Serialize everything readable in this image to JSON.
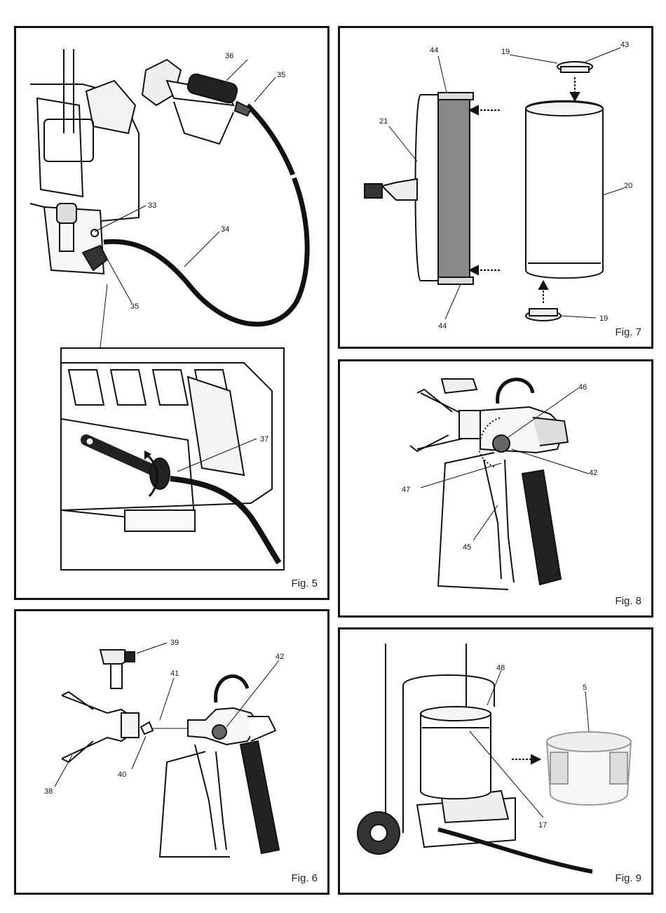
{
  "figures": {
    "fig5": {
      "label": "Fig. 5",
      "parts": {
        "p33": "33",
        "p34": "34",
        "p35a": "35",
        "p35b": "35",
        "p36": "36",
        "p37": "37"
      }
    },
    "fig6": {
      "label": "Fig. 6",
      "parts": {
        "p38": "38",
        "p39": "39",
        "p40": "40",
        "p41": "41",
        "p42": "42"
      }
    },
    "fig7": {
      "label": "Fig. 7",
      "parts": {
        "p19a": "19",
        "p19b": "19",
        "p20": "20",
        "p21": "21",
        "p43": "43",
        "p44a": "44",
        "p44b": "44"
      }
    },
    "fig8": {
      "label": "Fig. 8",
      "parts": {
        "p42": "42",
        "p45": "45",
        "p46": "46",
        "p47": "47"
      }
    },
    "fig9": {
      "label": "Fig. 9",
      "parts": {
        "p5": "5",
        "p17": "17",
        "p48": "48"
      }
    }
  },
  "colors": {
    "ink": "#111111",
    "gray": "#777777",
    "light": "#cfcfcf",
    "paper": "#ffffff"
  },
  "icons": [
    "spray-gun-icon",
    "hose-icon",
    "pump-unit-icon",
    "filter-icon",
    "spray-tip-icon",
    "paint-container-icon",
    "trolley-icon"
  ]
}
